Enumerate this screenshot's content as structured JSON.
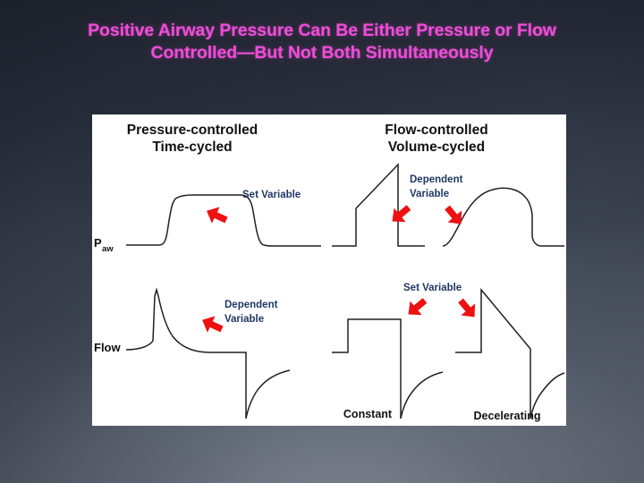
{
  "slide": {
    "title": "Positive Airway Pressure Can Be Either Pressure or Flow\nControlled—But Not Both Simultaneously",
    "title_color": "#ef4bd8",
    "background_top_color": "#20242f",
    "background_bottom_color": "#767d89"
  },
  "figure": {
    "panel_background": "#ffffff",
    "wave_color": "#231f20",
    "annotation_color": "#1f3864",
    "arrow_color": "#ee1111",
    "headers": {
      "left_line1": "Pressure-controlled",
      "left_line2": "Time-cycled",
      "right_line1": "Flow-controlled",
      "right_line2": "Volume-cycled"
    },
    "axes": {
      "pressure_label": "P",
      "pressure_subscript": "aw",
      "flow_label": "Flow"
    },
    "annotations": {
      "top_left": "Set Variable",
      "top_right_line1": "Dependent",
      "top_right_line2": "Variable",
      "bottom_left_line1": "Dependent",
      "bottom_left_line2": "Variable",
      "bottom_right": "Set Variable"
    },
    "footer_labels": {
      "constant": "Constant",
      "decelerating": "Decelerating"
    }
  },
  "chart_data": {
    "type": "line",
    "title": "Positive Airway Pressure Can Be Either Pressure or Flow Controlled—But Not Both Simultaneously",
    "grid": false,
    "legend_position": "none",
    "panels": [
      {
        "column": "Pressure-controlled Time-cycled",
        "row": "Paw",
        "ylabel": "Paw",
        "waveform": "rounded square (trapezoid) pressure plateau",
        "role": "Set Variable",
        "series": [
          {
            "name": "Paw pressure-controlled",
            "description": "baseline, fast rounded rise to plateau, flat plateau, fast rounded fall to baseline",
            "points": [
              [
                0,
                0
              ],
              [
                0.18,
                0
              ],
              [
                0.22,
                0.18
              ],
              [
                0.28,
                0.8
              ],
              [
                0.34,
                0.97
              ],
              [
                0.42,
                1.0
              ],
              [
                0.68,
                1.0
              ],
              [
                0.72,
                0.95
              ],
              [
                0.76,
                0.45
              ],
              [
                0.8,
                0.08
              ],
              [
                0.84,
                0.0
              ],
              [
                1.0,
                0.0
              ]
            ]
          }
        ]
      },
      {
        "column": "Pressure-controlled Time-cycled",
        "row": "Flow",
        "ylabel": "Flow",
        "waveform": "decelerating inspiratory spike with exponential decay, then negative expiratory spike with exponential return",
        "role": "Dependent Variable",
        "series": [
          {
            "name": "Flow pressure-controlled",
            "description": "flat baseline, sharp positive peak, exponential decay toward baseline, sharp drop to negative trough, exponential return to baseline",
            "points": [
              [
                0,
                0
              ],
              [
                0.16,
                0
              ],
              [
                0.2,
                0.02
              ],
              [
                0.24,
                1.0
              ],
              [
                0.3,
                0.62
              ],
              [
                0.38,
                0.38
              ],
              [
                0.48,
                0.2
              ],
              [
                0.58,
                0.08
              ],
              [
                0.64,
                0.03
              ],
              [
                0.64,
                -1.0
              ],
              [
                0.7,
                -0.52
              ],
              [
                0.78,
                -0.28
              ],
              [
                0.88,
                -0.12
              ],
              [
                1.0,
                -0.02
              ]
            ]
          }
        ]
      },
      {
        "column": "Flow-controlled Volume-cycled",
        "row": "Paw",
        "subtype": "Constant flow",
        "ylabel": "Paw",
        "waveform": "linear ramp rise to peak then abrupt drop to baseline",
        "role": "Dependent Variable",
        "series": [
          {
            "name": "Paw constant-flow",
            "description": "baseline, step to initial resistive pressure, linear ramp to peak, vertical drop to baseline",
            "points": [
              [
                0,
                0
              ],
              [
                0.12,
                0
              ],
              [
                0.12,
                0.33
              ],
              [
                0.76,
                1.0
              ],
              [
                0.76,
                0.0
              ],
              [
                1.0,
                0.0
              ]
            ]
          }
        ]
      },
      {
        "column": "Flow-controlled Volume-cycled",
        "row": "Paw",
        "subtype": "Decelerating flow",
        "ylabel": "Paw",
        "waveform": "rounded dome rise to plateau then abrupt fall to baseline",
        "role": "Dependent Variable",
        "series": [
          {
            "name": "Paw decelerating-flow",
            "description": "baseline, smooth rounded rise to rounded dome peak, slight decline, vertical drop to baseline",
            "points": [
              [
                0,
                0
              ],
              [
                0.06,
                0.18
              ],
              [
                0.16,
                0.62
              ],
              [
                0.28,
                0.88
              ],
              [
                0.42,
                0.98
              ],
              [
                0.54,
                1.0
              ],
              [
                0.66,
                0.96
              ],
              [
                0.74,
                0.88
              ],
              [
                0.76,
                0.3
              ],
              [
                0.8,
                0.02
              ],
              [
                1.0,
                0.0
              ]
            ]
          }
        ]
      },
      {
        "column": "Flow-controlled Volume-cycled",
        "row": "Flow",
        "subtype": "Constant",
        "ylabel": "Flow",
        "waveform": "square (constant) inspiratory flow then negative expiratory decay",
        "role": "Set Variable",
        "series": [
          {
            "name": "Flow constant",
            "description": "baseline, vertical step up, flat constant flow plateau, vertical drop below baseline, exponential return to baseline",
            "points": [
              [
                0,
                0
              ],
              [
                0.1,
                0
              ],
              [
                0.1,
                1.0
              ],
              [
                0.7,
                1.0
              ],
              [
                0.7,
                -0.95
              ],
              [
                0.76,
                -0.55
              ],
              [
                0.84,
                -0.28
              ],
              [
                0.92,
                -0.1
              ],
              [
                1.0,
                -0.02
              ]
            ]
          }
        ]
      },
      {
        "column": "Flow-controlled Volume-cycled",
        "row": "Flow",
        "subtype": "Decelerating",
        "ylabel": "Flow",
        "waveform": "descending ramp inspiratory flow then negative expiratory decay",
        "role": "Set Variable",
        "series": [
          {
            "name": "Flow decelerating",
            "description": "baseline, vertical step to peak, linear decelerating ramp down, vertical drop below baseline, exponential return to baseline",
            "points": [
              [
                0,
                0
              ],
              [
                0.08,
                0
              ],
              [
                0.08,
                1.0
              ],
              [
                0.62,
                0.34
              ],
              [
                0.62,
                -0.95
              ],
              [
                0.7,
                -0.52
              ],
              [
                0.8,
                -0.26
              ],
              [
                0.9,
                -0.1
              ],
              [
                1.0,
                -0.02
              ]
            ]
          }
        ]
      }
    ],
    "annotations": [
      {
        "text": "Set Variable",
        "points_to": "Paw pressure-controlled waveform",
        "arrows": 1
      },
      {
        "text": "Dependent Variable",
        "points_to": "Paw flow-controlled waveforms",
        "arrows": 2
      },
      {
        "text": "Dependent Variable",
        "points_to": "Flow pressure-controlled waveform",
        "arrows": 1
      },
      {
        "text": "Set Variable",
        "points_to": "Flow flow-controlled waveforms",
        "arrows": 2
      }
    ]
  }
}
